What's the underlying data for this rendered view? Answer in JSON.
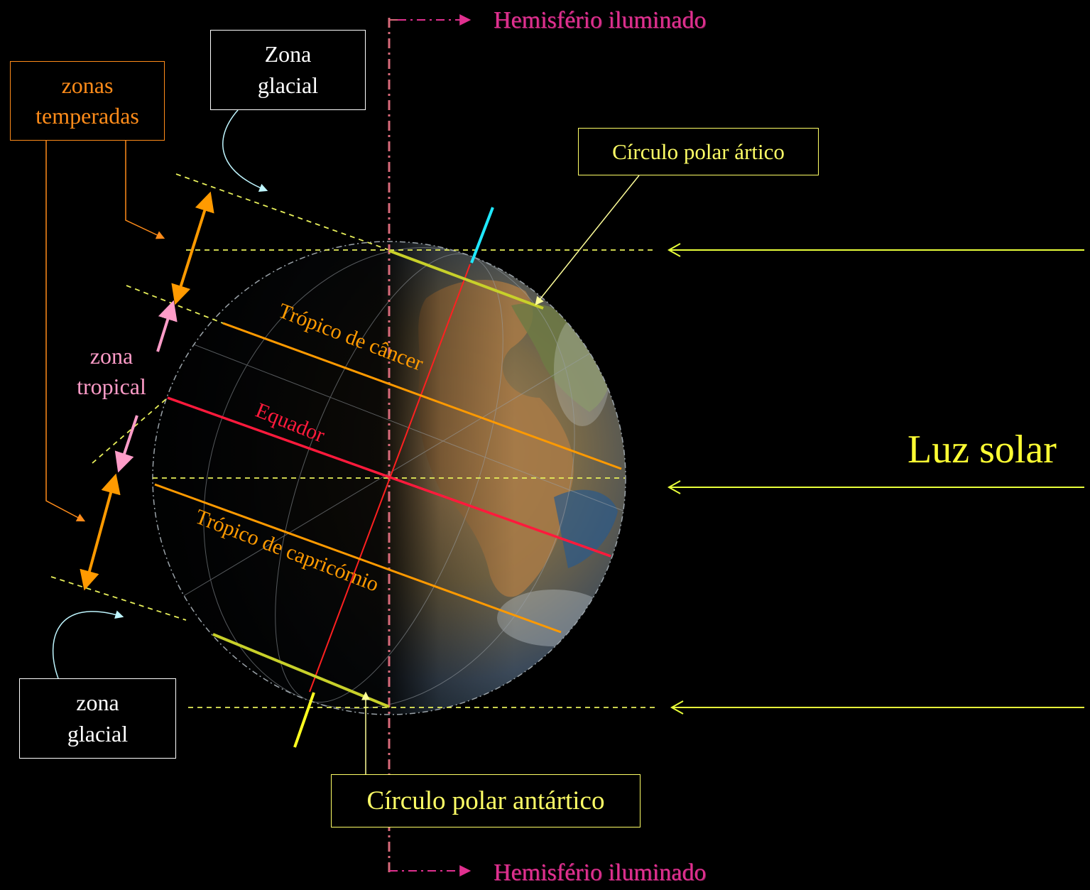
{
  "labels": {
    "hemisferio_top": "Hemisfério iluminado",
    "hemisferio_bottom": "Hemisfério iluminado",
    "zona_glacial_top": "Zona\nglacial",
    "zonas_temperadas": "zonas\ntemperadas",
    "zona_tropical": "zona\ntropical",
    "zona_glacial_bottom": "zona\nglacial",
    "circulo_polar_artico": "Círculo polar ártico",
    "circulo_polar_antartico": "Círculo polar antártico",
    "luz_solar": "Luz solar",
    "tropico_cancer": "Trópico de câncer",
    "equador": "Equador",
    "tropico_capricornio": "Trópico de capricórnio"
  },
  "colors": {
    "background": "#000000",
    "hemisferio": "#e0308f",
    "box_white": "#ffffff",
    "box_orange": "#ff8c1a",
    "box_yellow": "#ffff66",
    "tropical_pink": "#ff9cc8",
    "tropics": "#ff9a00",
    "equator": "#ff1a3c",
    "polar_circle": "#c8d02a",
    "sunlight": "#e8ff3a",
    "dashed_zone": "#e8f05a",
    "axis_north": "#20e8ff",
    "axis_south": "#ffff20",
    "terminator": "#d86a7a",
    "meridian": "#ff2020",
    "glacial_arrow": "#bff6ff"
  }
}
